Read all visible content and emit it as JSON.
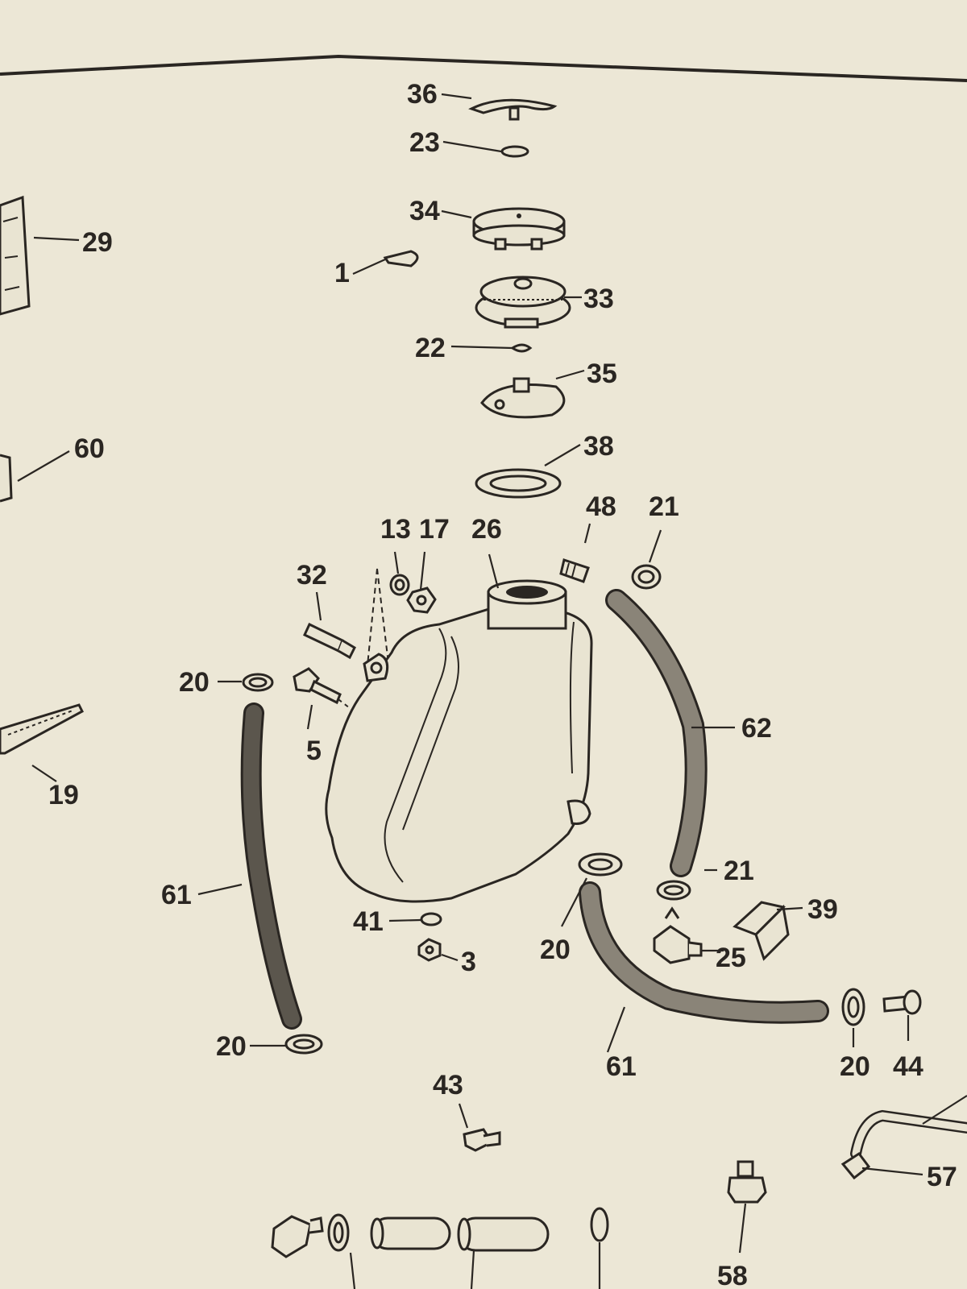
{
  "callouts": [
    {
      "id": "c36",
      "text": "36"
    },
    {
      "id": "c23",
      "text": "23"
    },
    {
      "id": "c34",
      "text": "34"
    },
    {
      "id": "c29",
      "text": "29"
    },
    {
      "id": "c1",
      "text": "1"
    },
    {
      "id": "c33",
      "text": "33"
    },
    {
      "id": "c22",
      "text": "22"
    },
    {
      "id": "c35",
      "text": "35"
    },
    {
      "id": "c38",
      "text": "38"
    },
    {
      "id": "c60",
      "text": "60"
    },
    {
      "id": "c13",
      "text": "13"
    },
    {
      "id": "c17",
      "text": "17"
    },
    {
      "id": "c26",
      "text": "26"
    },
    {
      "id": "c48",
      "text": "48"
    },
    {
      "id": "c21a",
      "text": "21"
    },
    {
      "id": "c32",
      "text": "32"
    },
    {
      "id": "c20a",
      "text": "20"
    },
    {
      "id": "c5",
      "text": "5"
    },
    {
      "id": "c62",
      "text": "62"
    },
    {
      "id": "c19",
      "text": "19"
    },
    {
      "id": "c21b",
      "text": "21"
    },
    {
      "id": "c39",
      "text": "39"
    },
    {
      "id": "c61a",
      "text": "61"
    },
    {
      "id": "c41",
      "text": "41"
    },
    {
      "id": "c3",
      "text": "3"
    },
    {
      "id": "c20b",
      "text": "20"
    },
    {
      "id": "c25",
      "text": "25"
    },
    {
      "id": "c61b",
      "text": "61"
    },
    {
      "id": "c20c",
      "text": "20"
    },
    {
      "id": "c20d",
      "text": "20"
    },
    {
      "id": "c44",
      "text": "44"
    },
    {
      "id": "c43",
      "text": "43"
    },
    {
      "id": "c57",
      "text": "57"
    },
    {
      "id": "c58",
      "text": "58"
    }
  ],
  "colors": {
    "paper": "#ece7d6",
    "ink": "#2a2622",
    "hose_fill": "#8a8478"
  }
}
